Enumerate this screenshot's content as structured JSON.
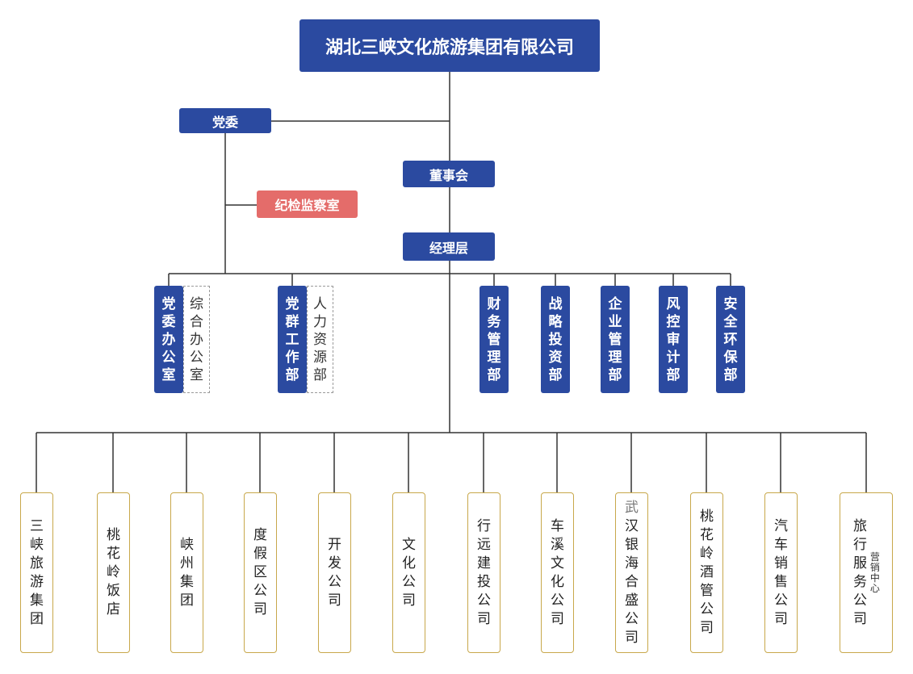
{
  "root": "湖北三峡文化旅游集团有限公司",
  "party_committee": "党委",
  "board": "董事会",
  "discipline_office": "纪检监察室",
  "management": "经理层",
  "party_depts": [
    {
      "name": "党委办公室",
      "side": "综合办公室"
    },
    {
      "name": "党群工作部",
      "side": "人力资源部"
    }
  ],
  "depts": [
    "财务管理部",
    "战略投资部",
    "企业管理部",
    "风控审计部",
    "安全环保部"
  ],
  "subsidiaries": [
    {
      "name": "三峡旅游集团"
    },
    {
      "name": "桃花岭饭店"
    },
    {
      "name": "峡州集团"
    },
    {
      "name": "度假区公司"
    },
    {
      "name": "开发公司"
    },
    {
      "name": "文化公司"
    },
    {
      "name": "行远建投公司"
    },
    {
      "name": "车溪文化公司"
    },
    {
      "prefix": "武",
      "name": "汉银海合盛公司"
    },
    {
      "name": "桃花岭酒管公司"
    },
    {
      "name": "汽车销售公司"
    },
    {
      "name": "旅行服务公司",
      "note": "营销中心"
    }
  ],
  "colors": {
    "primary": "#2b4aa0",
    "accent": "#e46c6a",
    "sub_border": "#c8a84b",
    "line": "#333333"
  }
}
